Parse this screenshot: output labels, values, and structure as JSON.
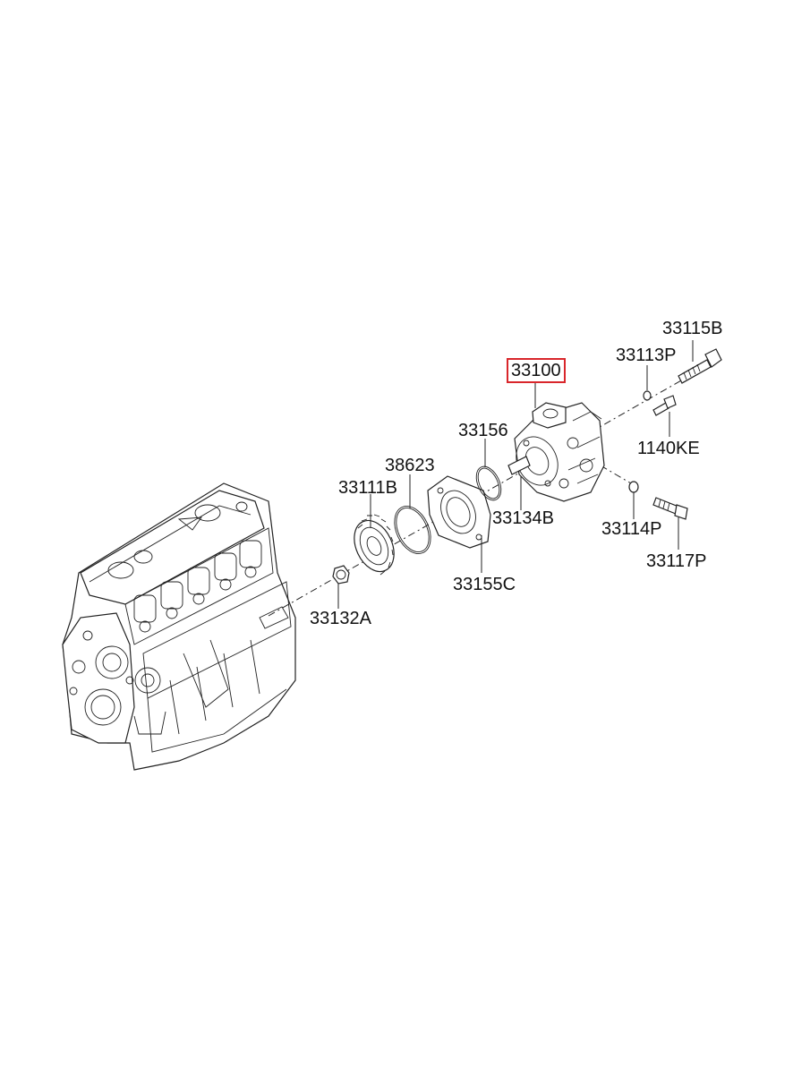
{
  "labels": {
    "p33115B": "33115B",
    "p33113P": "33113P",
    "p33100": "33100",
    "p33156": "33156",
    "p1140KE": "1140KE",
    "p38623": "38623",
    "p33111B": "33111B",
    "p33134B": "33134B",
    "p33114P": "33114P",
    "p33117P": "33117P",
    "p33155C": "33155C",
    "p33132A": "33132A"
  },
  "highlight_color": "#d9262b",
  "highlighted_part": "33100"
}
